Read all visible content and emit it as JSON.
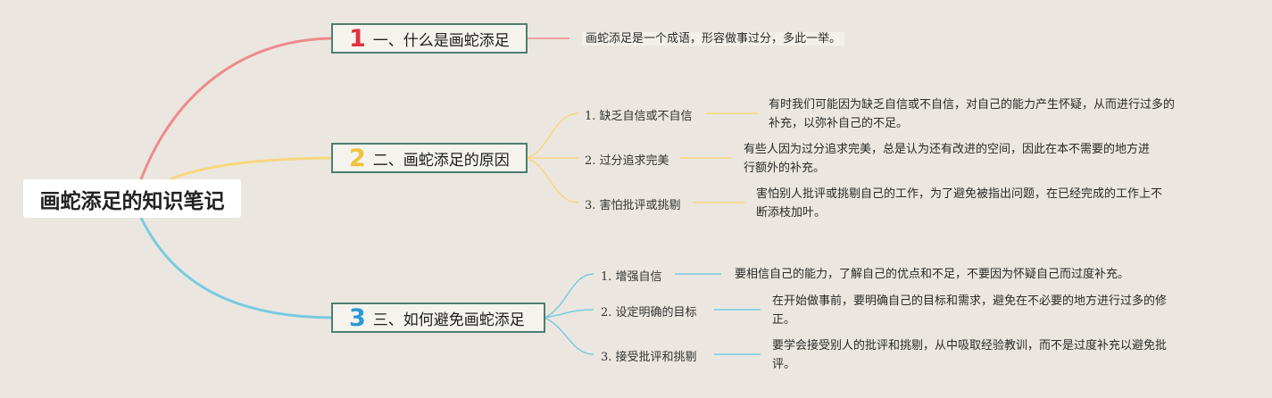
{
  "root": {
    "title": "画蛇添足的知识笔记"
  },
  "topics": [
    {
      "number": "1",
      "label": "一、什么是画蛇添足",
      "color": "#e26a6e",
      "desc": "画蛇添足是一个成语，形容做事过分，多此一举。"
    },
    {
      "number": "2",
      "label": "二、画蛇添足的原因",
      "color": "#f4cf59",
      "items": [
        {
          "label": "1. 缺乏自信或不自信",
          "desc": [
            "有时我们可能因为缺乏自信或不自信，对自己的能力产生怀疑，从而进行过多的",
            "补充，以弥补自己的不足。"
          ]
        },
        {
          "label": "2. 过分追求完美",
          "desc": [
            "有些人因为过分追求完美，总是认为还有改进的空间，因此在本不需要的地方进",
            "行额外的补充。"
          ]
        },
        {
          "label": "3. 害怕批评或挑剔",
          "desc": [
            "害怕别人批评或挑剔自己的工作，为了避免被指出问题，在已经完成的工作上不",
            "断添枝加叶。"
          ]
        }
      ]
    },
    {
      "number": "3",
      "label": "三、如何避免画蛇添足",
      "color": "#3fa3d8",
      "items": [
        {
          "label": "1. 增强自信",
          "desc": [
            "要相信自己的能力，了解自己的优点和不足，不要因为怀疑自己而过度补充。"
          ]
        },
        {
          "label": "2. 设定明确的目标",
          "desc": [
            "在开始做事前，要明确自己的目标和需求，避免在不必要的地方进行过多的修",
            "正。"
          ]
        },
        {
          "label": "3. 接受批评和挑剔",
          "desc": [
            "要学会接受别人的批评和挑剔，从中吸取经验教训，而不是过度补充以避免批",
            "评。"
          ]
        }
      ]
    }
  ],
  "colors": {
    "background": "#ebe7e0",
    "topic_border": "#4e7d6f",
    "branch_red": "#ef8a8c",
    "branch_yellow": "#f7d77e",
    "branch_blue": "#79cbe0"
  }
}
